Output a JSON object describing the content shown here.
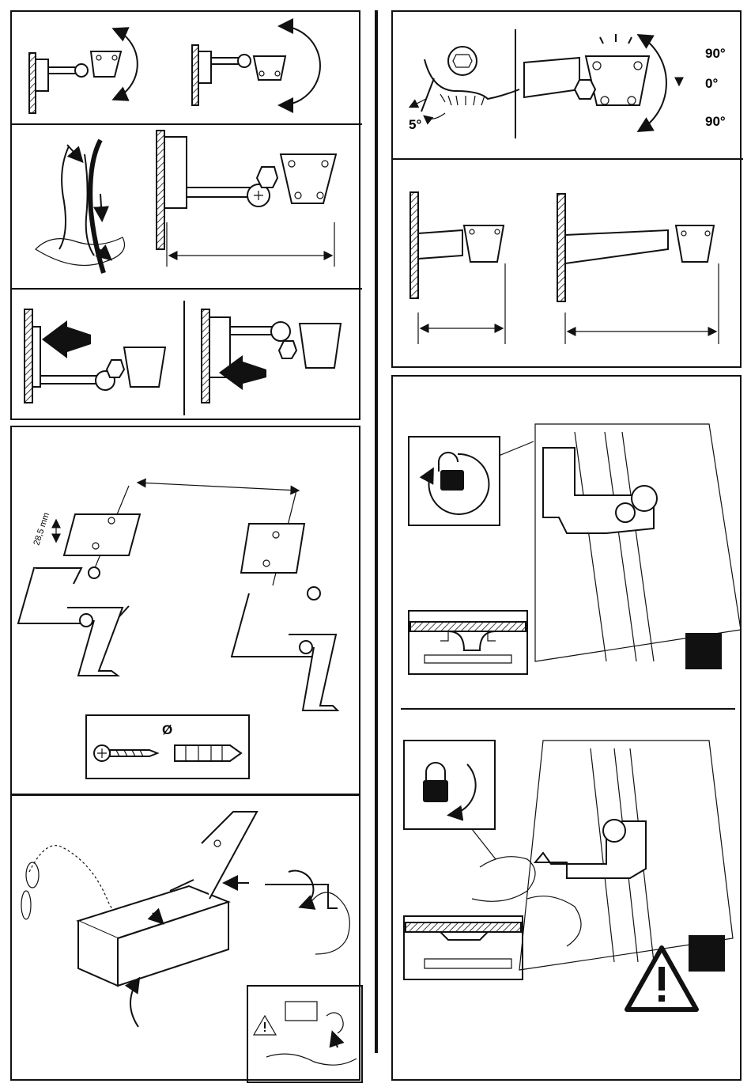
{
  "angles": {
    "top": "90°",
    "middle": "0°",
    "bottom": "90°",
    "tilt": "5°"
  },
  "dimensions": {
    "spacing": "28,5 mm"
  },
  "symbols": {
    "diameter": "Ø"
  },
  "icons": {
    "unlock": "unlock-rotate-icon",
    "lock": "lock-rotate-icon",
    "warning": "warning-icon"
  },
  "colors": {
    "ink": "#111111",
    "paper": "#ffffff"
  }
}
